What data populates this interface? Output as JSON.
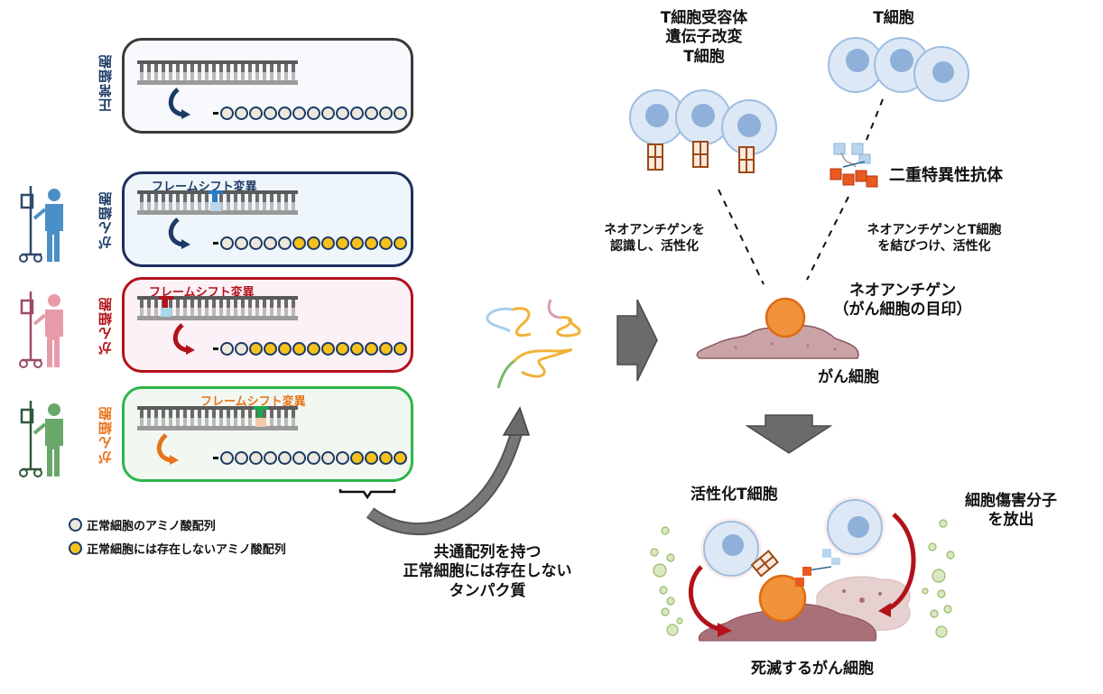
{
  "panels": [
    {
      "id": "normal",
      "label": "正常細胞",
      "label_color": "#1d3a66",
      "border": "#3a3a3a",
      "bg": "#f7f9fc",
      "mutation_label": "",
      "normal_count": 13,
      "mutant_count": 0,
      "has_patient": false
    },
    {
      "id": "cancer-blue",
      "label": "がん細胞",
      "label_color": "#1d3a66",
      "border": "#1d2d5e",
      "bg": "#eef6fb",
      "mutation_label": "フレームシフト変異",
      "mutation_color": "#1d3a66",
      "normal_count": 5,
      "mutant_count": 8,
      "has_patient": true,
      "patient_color": "#4a90c8",
      "pole_color": "#2f4a6a",
      "arrow_color": "#1d3a66"
    },
    {
      "id": "cancer-red",
      "label": "がん細胞",
      "label_color": "#b3121a",
      "border": "#b3121a",
      "bg": "#fbf1f6",
      "mutation_label": "フレームシフト変異",
      "mutation_color": "#b3121a",
      "normal_count": 2,
      "mutant_count": 11,
      "has_patient": true,
      "patient_color": "#e89aa8",
      "pole_color": "#9c4a6a",
      "arrow_color": "#b3121a"
    },
    {
      "id": "cancer-green",
      "label": "がん細胞",
      "label_color": "#e8731a",
      "border": "#2db54a",
      "bg": "#f1f8f1",
      "mutation_label": "フレームシフト変異",
      "mutation_color": "#e8731a",
      "normal_count": 9,
      "mutant_count": 4,
      "has_patient": true,
      "patient_color": "#6aa86a",
      "pole_color": "#2f5a3a",
      "arrow_color": "#e8731a"
    }
  ],
  "legend": {
    "normal_aa": "正常細胞のアミノ酸配列",
    "mutant_aa": "正常細胞には存在しないアミノ酸配列"
  },
  "shared_protein_caption": [
    "共通配列を持つ",
    "正常細胞には存在しない",
    "タンパク質"
  ],
  "tcr_t_cell_label": [
    "T細胞受容体",
    "遺伝子改変",
    "T細胞"
  ],
  "t_cell_label": "T細胞",
  "bispecific_label": "二重特異性抗体",
  "tcr_action": [
    "ネオアンチゲンを",
    "認識し、活性化"
  ],
  "bispecific_action": [
    "ネオアンチゲンとT細胞",
    "を結びつけ、活性化"
  ],
  "neoantigen_label": [
    "ネオアンチゲン",
    "（がん細胞の目印）"
  ],
  "cancer_cell_label": "がん細胞",
  "activated_t_cell_label": "活性化T細胞",
  "cytotoxic_label": [
    "細胞傷害分子",
    "を放出"
  ],
  "dying_cancer_label": "死滅するがん細胞",
  "colors": {
    "normal_aa": "#ece8dd",
    "mutant_aa": "#f6c21a",
    "aa_border": "#1d3a66",
    "arrow_gray": "#6b6b6b",
    "neoantigen": "#f0923a",
    "cancer_cell": "#c9a3a6",
    "t_cell": "#dce8f5",
    "t_nucleus": "#8fb0d9",
    "tcr": "#9a4a18"
  }
}
